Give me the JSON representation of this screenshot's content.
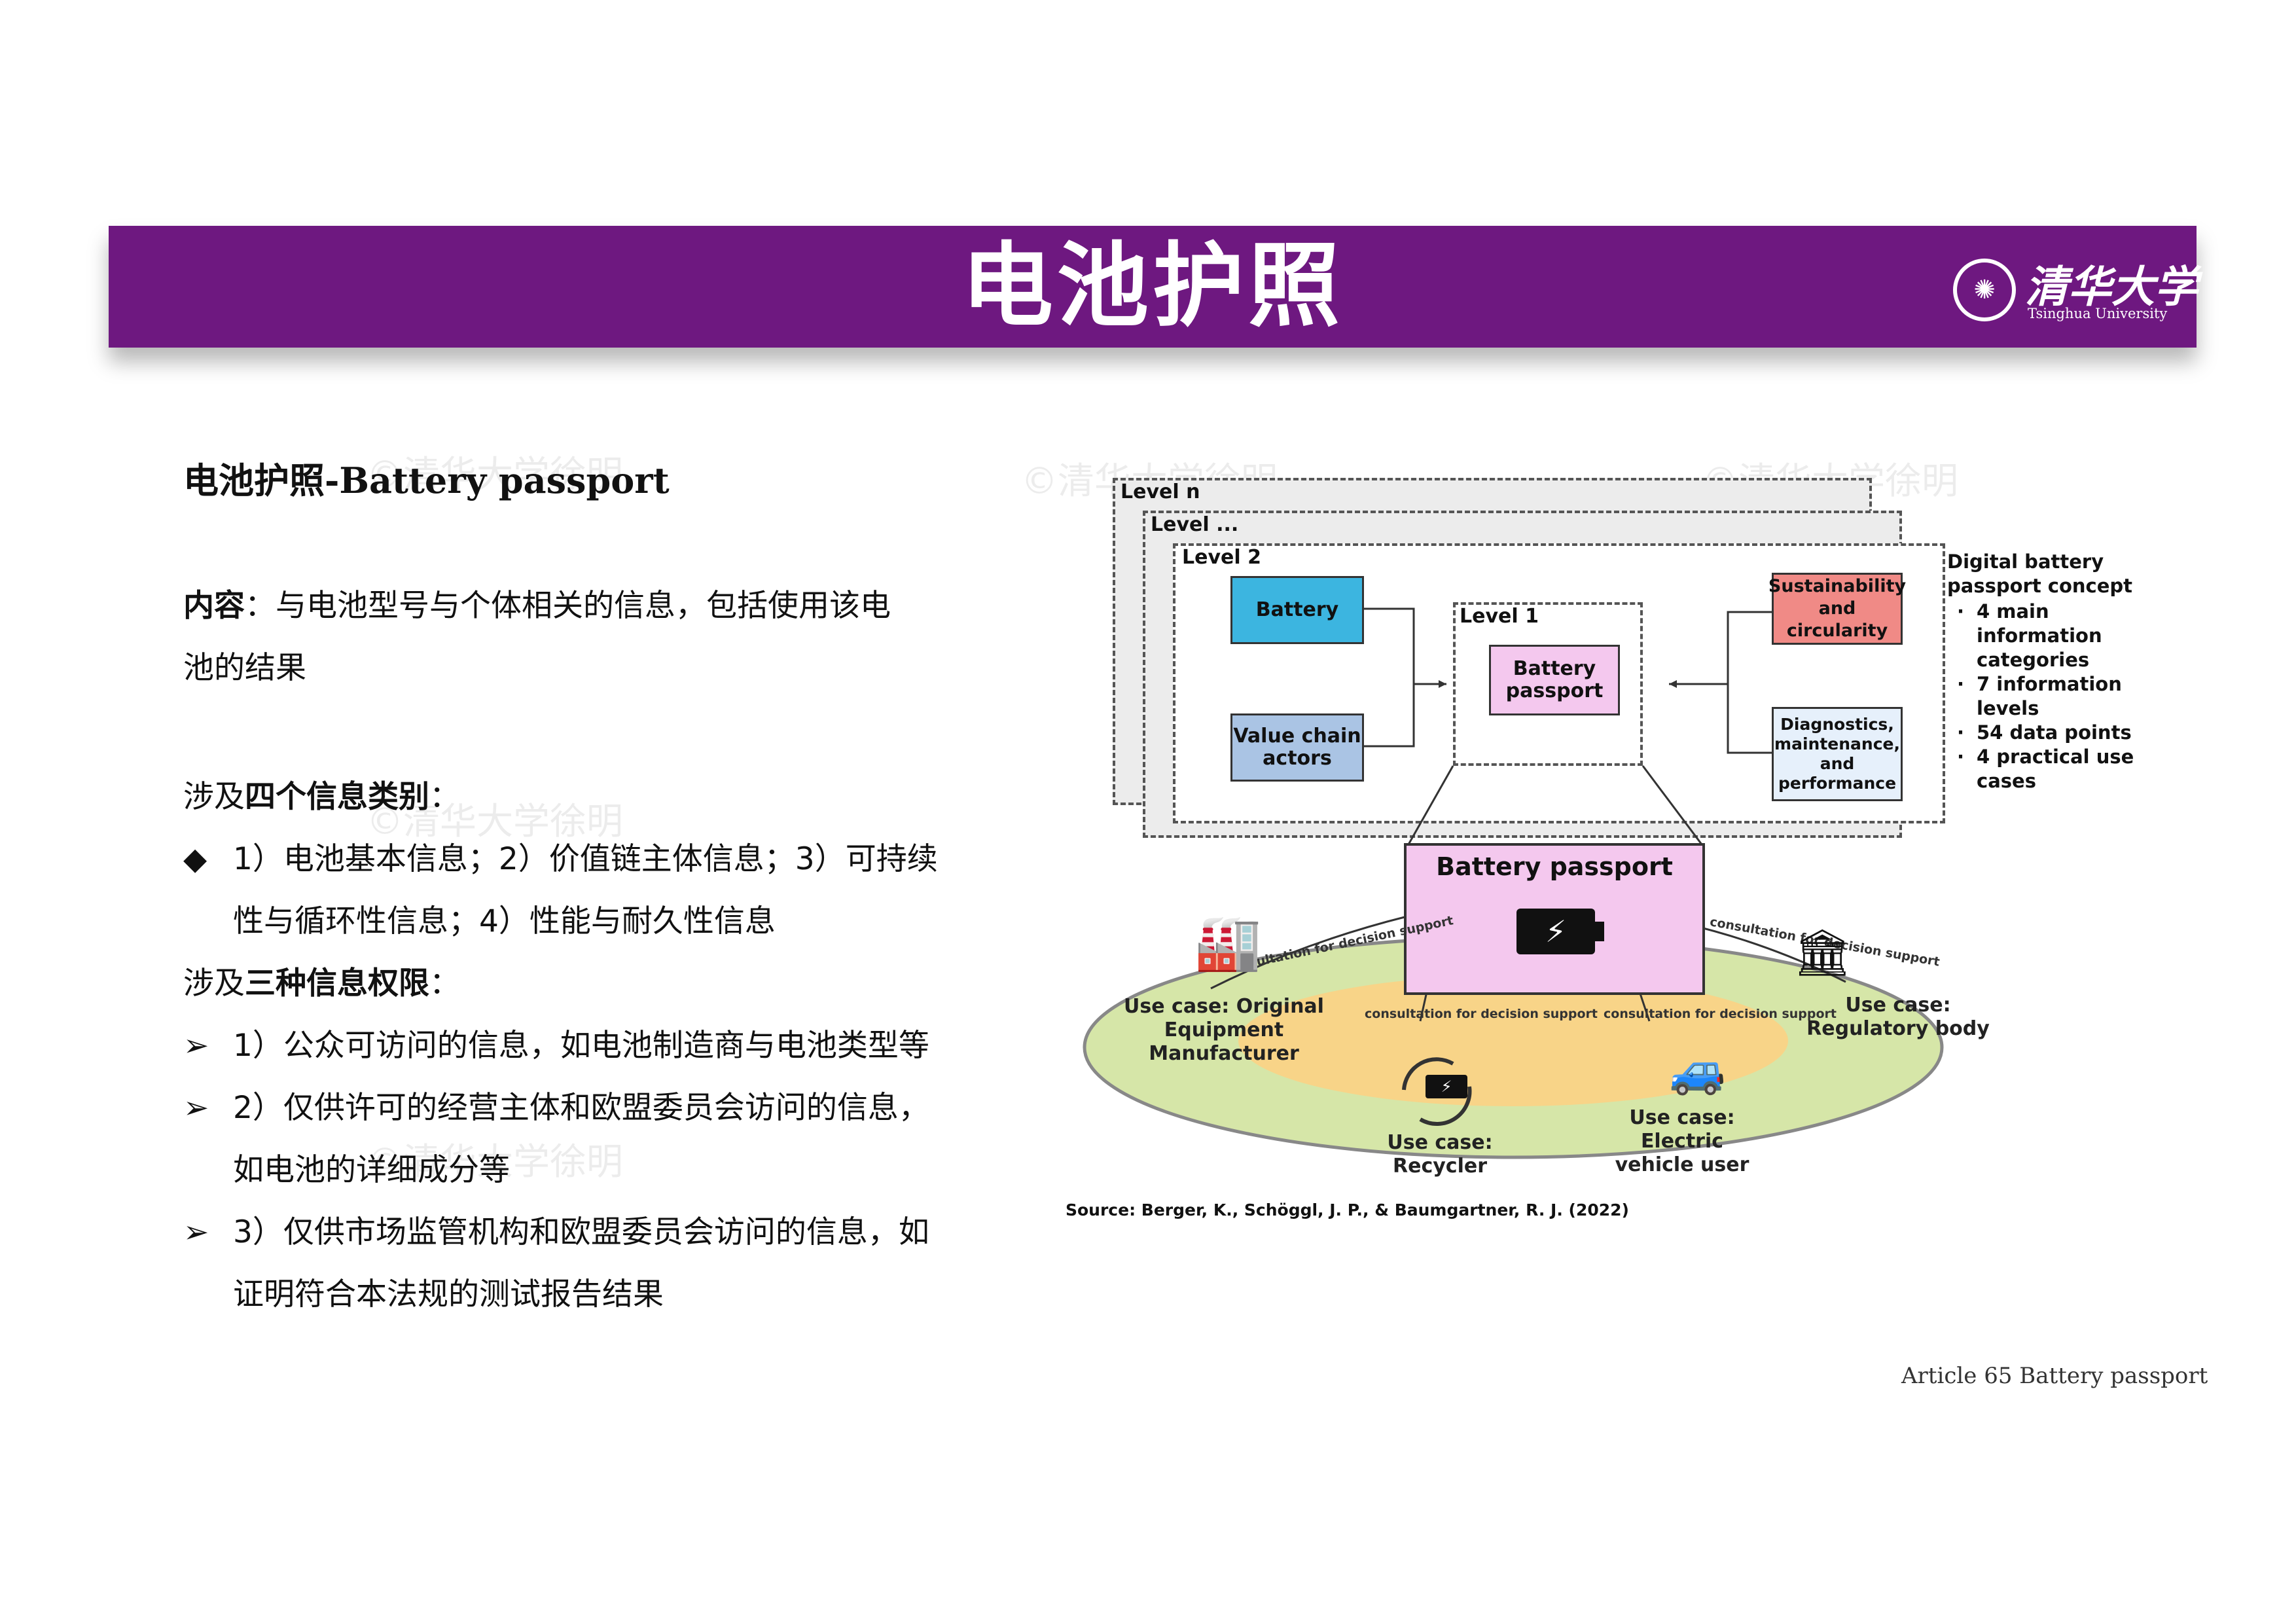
{
  "header": {
    "title": "电池护照",
    "logo_cn": "清华大学",
    "logo_en": "Tsinghua University",
    "color": "#6e1880"
  },
  "left": {
    "subtitle": "电池护照-Battery passport",
    "content_label": "内容",
    "content_line1": "：与电池型号与个体相关的信息，包括使用该电",
    "content_line2": "池的结果",
    "cat_prefix": "涉及",
    "cat_bold": "四个信息类别",
    "cat_suffix": "：",
    "cat_item_line1": "1）电池基本信息；2）价值链主体信息；3）可持续",
    "cat_item_line2": "性与循环性信息；4）性能与耐久性信息",
    "rights_prefix": "涉及",
    "rights_bold": "三种信息权限",
    "rights_suffix": "：",
    "right1": "1）公众可访问的信息，如电池制造商与电池类型等",
    "right2_line1": "2）仅供许可的经营主体和欧盟委员会访问的信息，",
    "right2_line2": "如电池的详细成分等",
    "right3_line1": "3）仅供市场监管机构和欧盟委员会访问的信息，如",
    "right3_line2": "证明符合本法规的测试报告结果"
  },
  "watermark": "©清华大学徐明",
  "diagram": {
    "level_n": "Level n",
    "level_dots": "Level ...",
    "level_2": "Level 2",
    "level_1": "Level 1",
    "battery": "Battery",
    "value_chain": "Value chain actors",
    "battery_passport_small": "Battery passport",
    "sustainability": "Sustainability and circularity",
    "diagnostics": "Diagnostics, maintenance, and performance",
    "concept_title": "Digital battery passport concept",
    "concept_items": [
      "4 main information categories",
      "7 information levels",
      "54 data points",
      "4 practical use cases"
    ],
    "battery_passport_big": "Battery passport",
    "uc_oem": "Use case: Original Equipment Manufacturer",
    "uc_reg": "Use case: Regulatory body",
    "uc_recycler": "Use case: Recycler",
    "uc_ev": "Use case: Electric vehicle user",
    "consult_support": "consultation for decision support",
    "colors": {
      "battery": "#3cb5e0",
      "value_chain": "#aac4e4",
      "passport": "#f4c8ee",
      "sustain": "#f08a86",
      "diag": "#e6f0fb",
      "outer_ring": "#d6e6a8",
      "inner_ring": "#f8d488"
    }
  },
  "source": "Source: Berger, K., Schöggl, J. P., & Baumgartner, R. J. (2022)",
  "footer": "Article  65 Battery  passport"
}
